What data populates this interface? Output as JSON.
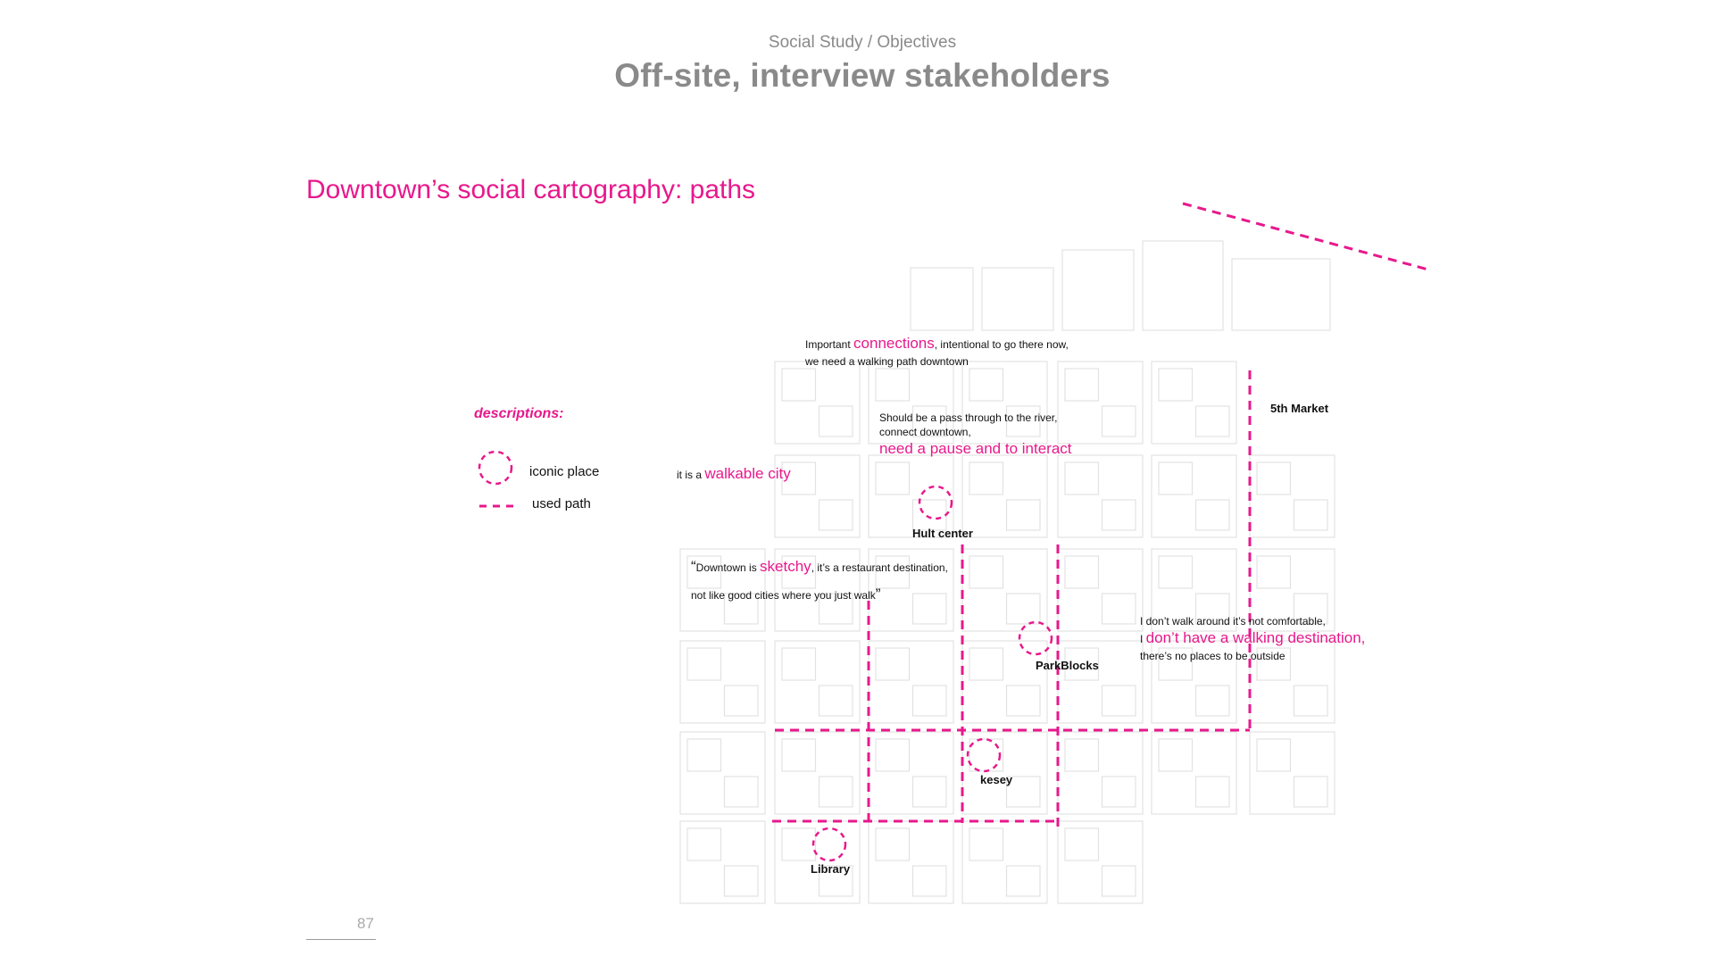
{
  "header": {
    "breadcrumb": "Social Study / Objectives",
    "title": "Off-site, interview stakeholders"
  },
  "section_title": "Downtown’s social cartography: paths",
  "legend": {
    "title": "descriptions:",
    "iconic_place_label": "iconic place",
    "used_path_label": "used path"
  },
  "colors": {
    "accent": "#e8188c",
    "muted": "#8a8a8a",
    "blocks": "#dcdcdc"
  },
  "places": {
    "hult": "Hult center",
    "parkblocks": "ParkBlocks",
    "kesey": "kesey",
    "library": "Library",
    "fifth": "5th Market"
  },
  "quotes": {
    "connections": {
      "pre": "Important ",
      "key": "connections",
      "post": ", intentional to go there now,",
      "line2": "we need a walking path downtown"
    },
    "river": {
      "line1": "Should be a pass through to the river,",
      "line2": "connect downtown,",
      "key": "need a pause and to interact"
    },
    "walkable": {
      "pre": "it is a ",
      "key": "walkable city"
    },
    "sketchy": {
      "open": "“",
      "pre": "Downtown is ",
      "key": "sketchy",
      "post": ", it’s a restaurant destination,",
      "line2": "not like good cities where you just walk",
      "close": "”"
    },
    "walk_around": {
      "line1": "I don’t walk around it’s not comfortable,",
      "pre": "I ",
      "key": "don’t have a walking destination",
      "post": ",",
      "line3": "there’s no places to be outside"
    }
  },
  "page_number": "87"
}
